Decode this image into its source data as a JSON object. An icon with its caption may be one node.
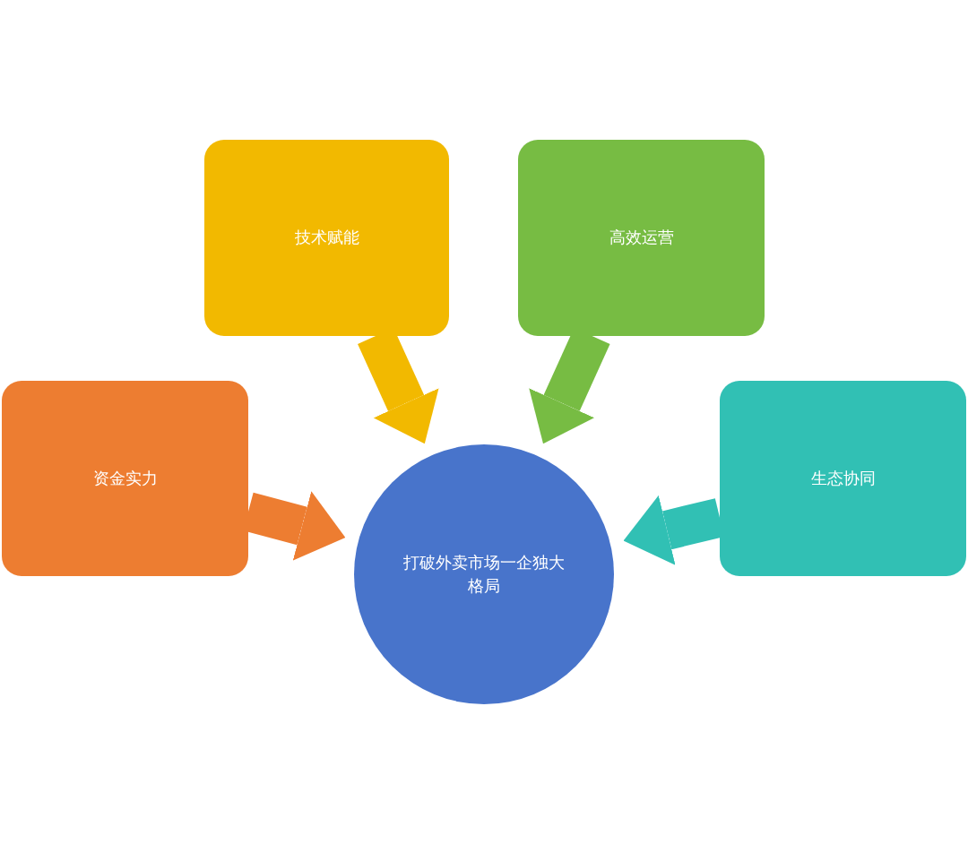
{
  "diagram": {
    "nodes": [
      {
        "text": [
          "资金实力"
        ]
      },
      {
        "text": [
          "技术赋能"
        ]
      },
      {
        "text": [
          "高效运营"
        ]
      },
      {
        "text": [
          "生态协同"
        ]
      },
      {
        "text": [
          "打破外卖市场一企独大格局"
        ]
      }
    ],
    "edges": [
      {
        "from": 0,
        "to": 4,
        "arrow": "to",
        "color": "#ed7d31"
      },
      {
        "from": 1,
        "to": 4,
        "arrow": "to",
        "color": "#f2b900"
      },
      {
        "from": 2,
        "to": 4,
        "arrow": "to",
        "color": "#77bc43"
      },
      {
        "from": 3,
        "to": 4,
        "arrow": "to",
        "color": "#31c0b4"
      }
    ]
  }
}
